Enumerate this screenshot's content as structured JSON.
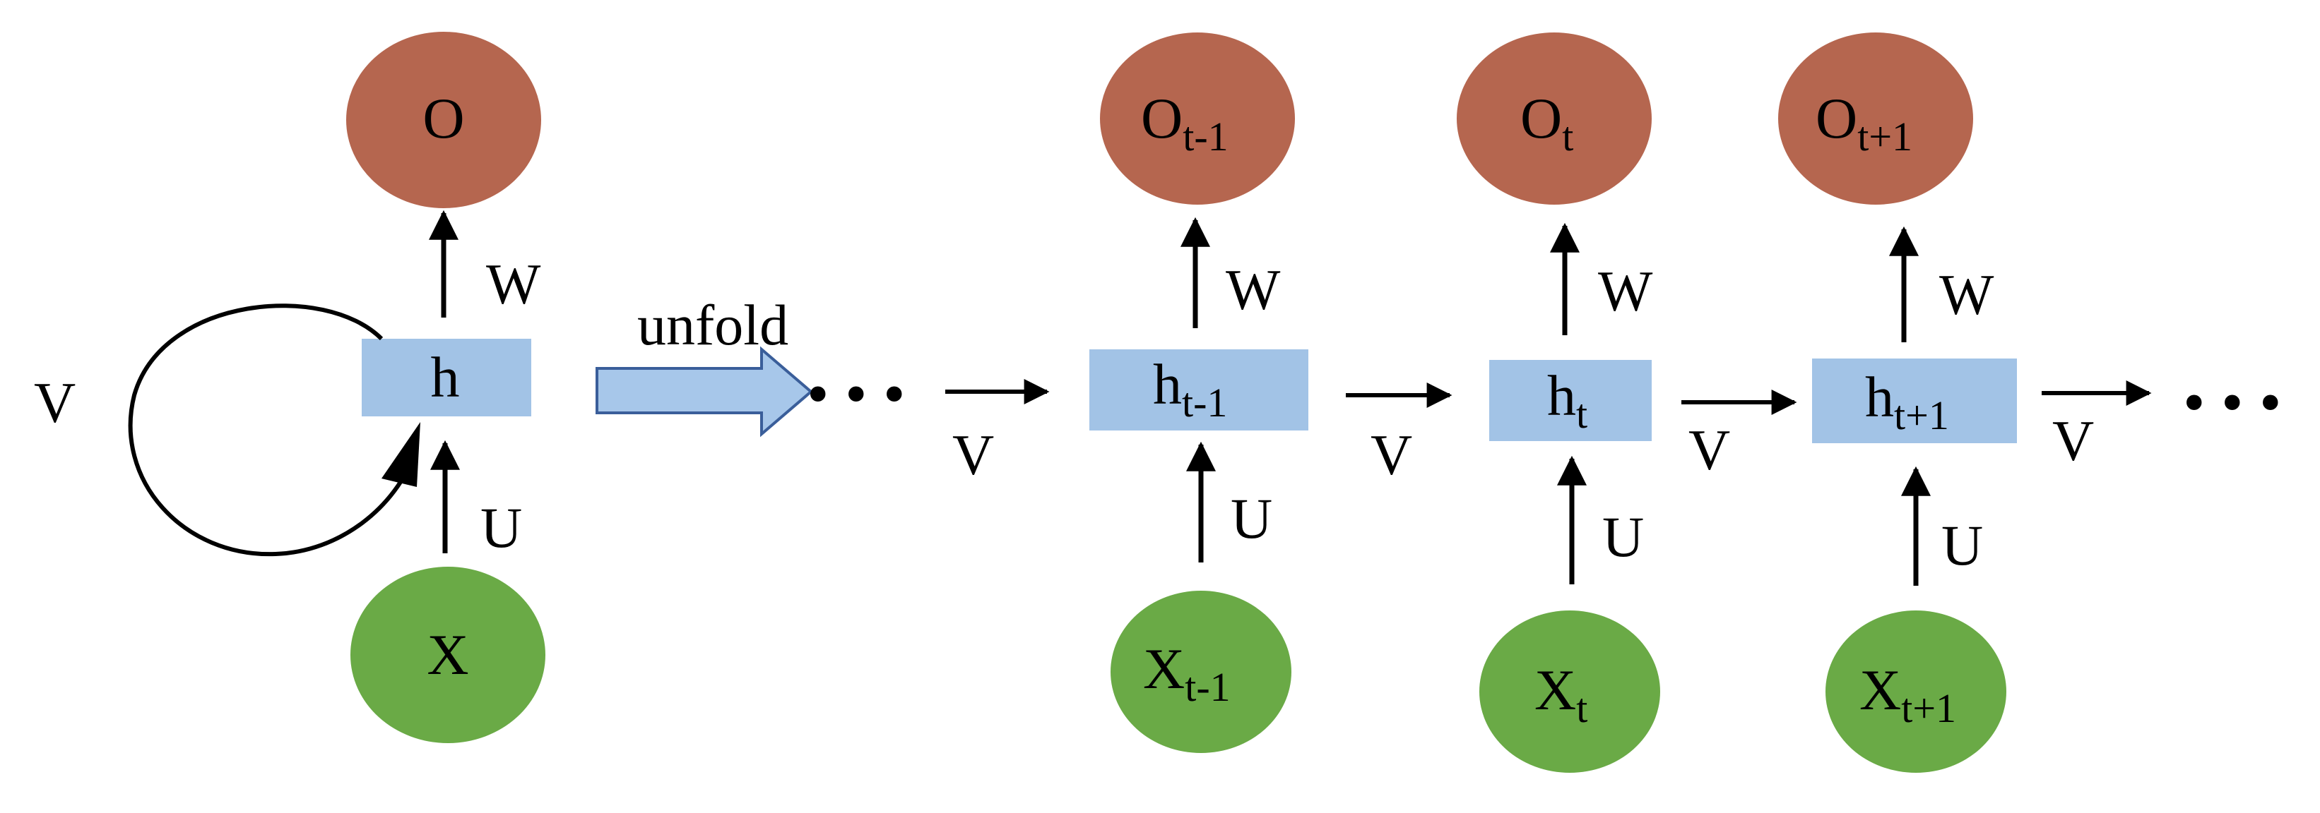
{
  "colors": {
    "output_node": "#b5664f",
    "hidden_box": "#a2c3e6",
    "input_node": "#6aaa46",
    "unfold_arrow_fill": "#a7c7ea",
    "unfold_arrow_stroke": "#3a5e9a",
    "line": "#000000"
  },
  "folded": {
    "output": "O",
    "hidden": "h",
    "input": "X",
    "W": "W",
    "U": "U",
    "V": "V"
  },
  "unfold_label": "unfold",
  "ellipsis": "• • •",
  "steps": [
    {
      "output": "O",
      "output_sub": "t-1",
      "hidden": "h",
      "hidden_sub": "t-1",
      "input": "X",
      "input_sub": "t-1",
      "W": "W",
      "U": "U"
    },
    {
      "output": "O",
      "output_sub": "t",
      "hidden": "h",
      "hidden_sub": "t",
      "input": "X",
      "input_sub": "t",
      "W": "W",
      "U": "U"
    },
    {
      "output": "O",
      "output_sub": "t+1",
      "hidden": "h",
      "hidden_sub": "t+1",
      "input": "X",
      "input_sub": "t+1",
      "W": "W",
      "U": "U"
    }
  ],
  "recurrent_labels": [
    "V",
    "V",
    "V",
    "V"
  ]
}
